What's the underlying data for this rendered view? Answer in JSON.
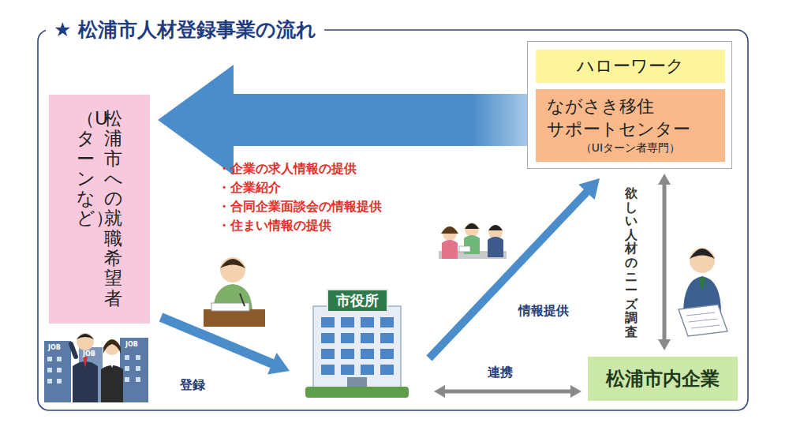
{
  "diagram": {
    "title": "★ 松浦市人材登録事業の流れ",
    "nodes": [
      {
        "text": [
          "松浦市への就職希望者",
          "（Uターンなど）"
        ]
      },
      {
        "text": []
      },
      {
        "text": [
          "ハローワーク"
        ],
        "in": 1
      },
      {
        "text": [
          "ながさき移住 サポートセンター",
          "（UIターン者専門）"
        ],
        "in": 1
      },
      {
        "text": [
          "市役所"
        ]
      },
      {
        "text": [
          "松浦市内企業"
        ]
      }
    ],
    "edges": [
      {
        "from": 1,
        "to": 0,
        "arrow": "to"
      },
      {
        "from": 0,
        "to": 4,
        "label": "登録",
        "arrow": "to"
      },
      {
        "from": 4,
        "to": 1,
        "label": "情報提供",
        "arrow": "to"
      },
      {
        "from": 4,
        "to": 5,
        "label": "連携",
        "arrow": "both"
      },
      {
        "from": 1,
        "to": 5,
        "label": "欲しい人材のニーズ調査",
        "arrow": "both"
      }
    ],
    "labels": [
      "・企業の求人情報の提供",
      "・企業紹介",
      "・合同企業面談会の情報提供",
      "・住まい情報の提供",
      "JOB",
      "JOB",
      "JOB"
    ]
  }
}
